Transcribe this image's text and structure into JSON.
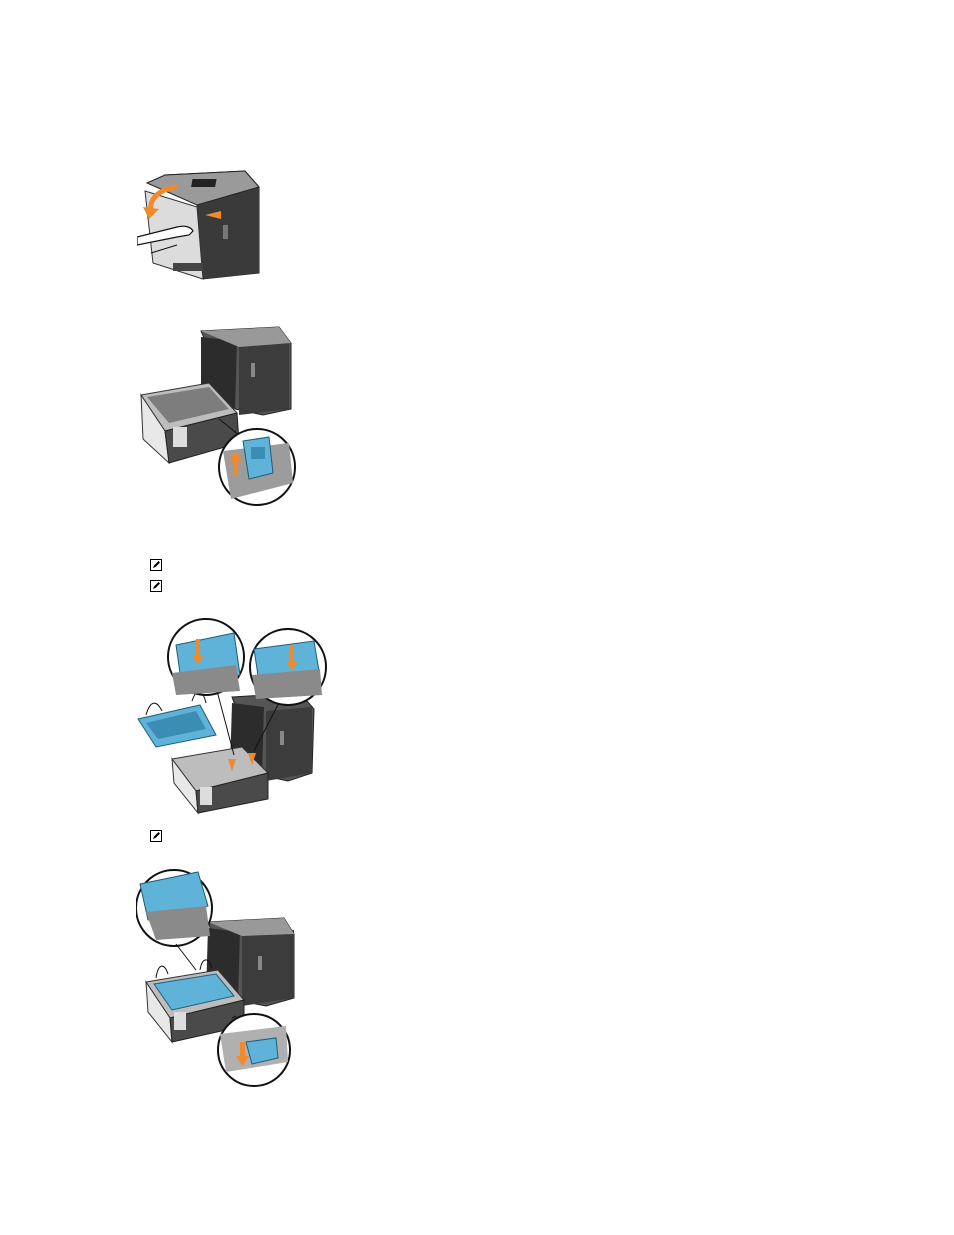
{
  "page": {
    "background": "#ffffff"
  },
  "colors": {
    "printer_dark": "#3a3a3a",
    "printer_mid": "#6b6b6b",
    "printer_light": "#cfcfcf",
    "accent_blue": "#5fb3d9",
    "accent_orange": "#f08a2c"
  },
  "figures": [
    {
      "id": "fig-open-front-cover",
      "icon": "printer-front-cover-open-illustration"
    },
    {
      "id": "fig-release-lever",
      "icon": "printer-lever-release-illustration"
    },
    {
      "id": "fig-insert-belt-unit",
      "icon": "transfer-belt-insert-illustration"
    },
    {
      "id": "fig-lower-belt-unit",
      "icon": "transfer-belt-lower-illustration"
    }
  ],
  "notes": [
    {
      "icon": "note-pencil-icon"
    },
    {
      "icon": "note-pencil-icon"
    },
    {
      "icon": "note-pencil-icon"
    }
  ]
}
